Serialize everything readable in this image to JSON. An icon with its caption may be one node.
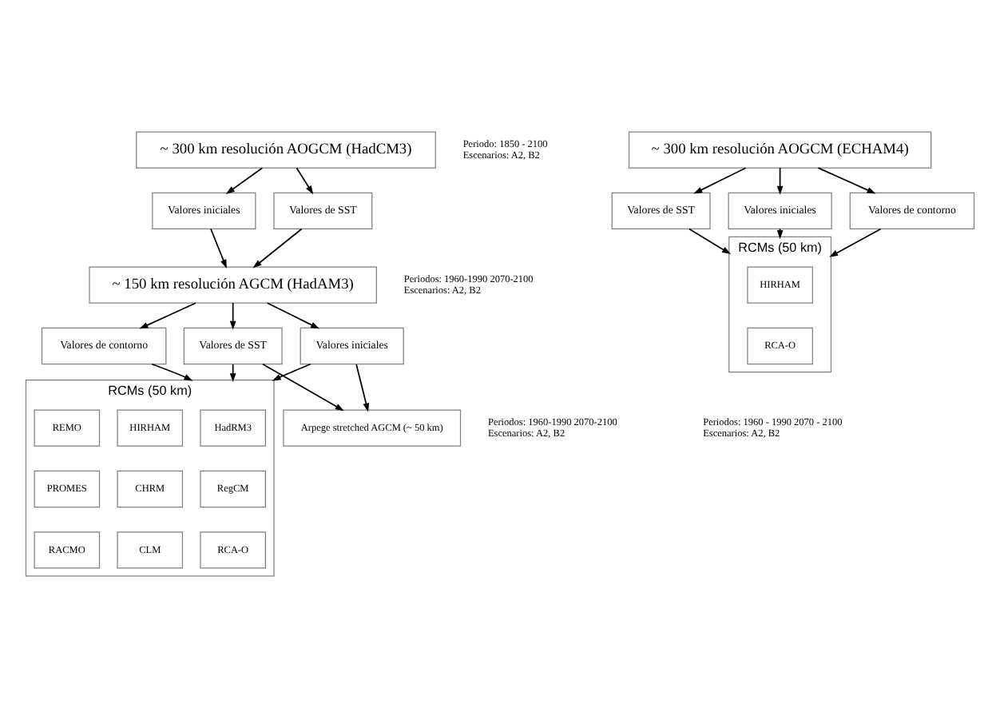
{
  "diagram": {
    "nodes": [
      {
        "text": [
          "~ 300 km resolución AOGCM (HadCM3)"
        ],
        "beside": [
          "Periodo: 1850 - 2100",
          "Escenarios: A2, B2"
        ]
      },
      {
        "text": [
          "Valores iniciales"
        ]
      },
      {
        "text": [
          "Valores de SST"
        ]
      },
      {
        "text": [
          "~ 150 km resolución AGCM (HadAM3)"
        ],
        "beside": [
          "Periodos: 1960-1990 2070-2100",
          "Escenarios: A2, B2"
        ]
      },
      {
        "text": [
          "Valores de contorno"
        ]
      },
      {
        "text": [
          "Valores iniciales"
        ]
      },
      {
        "text": [
          "Valores de SST"
        ]
      },
      {
        "text": [
          "RCMs (50 km)"
        ]
      },
      {
        "text": [
          "HadRM3"
        ],
        "in": 7
      },
      {
        "text": [
          "HIRHAM"
        ],
        "in": 7
      },
      {
        "text": [
          "REMO"
        ],
        "in": 7
      },
      {
        "text": [
          "RegCM"
        ],
        "in": 7
      },
      {
        "text": [
          "CHRM"
        ],
        "in": 7
      },
      {
        "text": [
          "PROMES"
        ],
        "in": 7
      },
      {
        "text": [
          "RCA-O"
        ],
        "in": 7
      },
      {
        "text": [
          "CLM"
        ],
        "in": 7
      },
      {
        "text": [
          "RACMO"
        ],
        "in": 7
      },
      {
        "text": [
          "Arpege stretched AGCM (~ 50 km)"
        ],
        "beside": [
          "Periodos: 1960-1990 2070-2100",
          "Escenarios: A2, B2"
        ]
      },
      {
        "text": [
          "~ 300 km resolución AOGCM (ECHAM4)"
        ]
      },
      {
        "text": [
          "Valores iniciales"
        ]
      },
      {
        "text": [
          "Valores de contorno"
        ]
      },
      {
        "text": [
          "Valores de SST"
        ]
      },
      {
        "text": [
          "RCMs (50 km)"
        ],
        "beside": [
          "Periodos: 1960 - 1990 2070 - 2100",
          "Escenarios: A2, B2"
        ]
      },
      {
        "text": [
          "HIRHAM"
        ],
        "in": 22
      },
      {
        "text": [
          "RCA-O"
        ],
        "in": 22
      }
    ],
    "edges": [
      {
        "from": 0,
        "to": 1,
        "arrow": "to"
      },
      {
        "from": 0,
        "to": 2,
        "arrow": "to"
      },
      {
        "from": 1,
        "to": 3,
        "arrow": "to"
      },
      {
        "from": 2,
        "to": 3,
        "arrow": "to"
      },
      {
        "from": 3,
        "to": 4,
        "arrow": "to"
      },
      {
        "from": 3,
        "to": 5,
        "arrow": "to"
      },
      {
        "from": 3,
        "to": 6,
        "arrow": "to"
      },
      {
        "from": 4,
        "to": 7,
        "arrow": "to"
      },
      {
        "from": 5,
        "to": 7,
        "arrow": "to"
      },
      {
        "from": 6,
        "to": 7,
        "arrow": "to"
      },
      {
        "from": 5,
        "to": 17,
        "arrow": "to"
      },
      {
        "from": 6,
        "to": 17,
        "arrow": "to"
      },
      {
        "from": 18,
        "to": 19,
        "arrow": "to"
      },
      {
        "from": 18,
        "to": 20,
        "arrow": "to"
      },
      {
        "from": 18,
        "to": 21,
        "arrow": "to"
      },
      {
        "from": 19,
        "to": 22,
        "arrow": "to"
      },
      {
        "from": 20,
        "to": 22,
        "arrow": "to"
      },
      {
        "from": 21,
        "to": 22,
        "arrow": "to"
      }
    ]
  }
}
